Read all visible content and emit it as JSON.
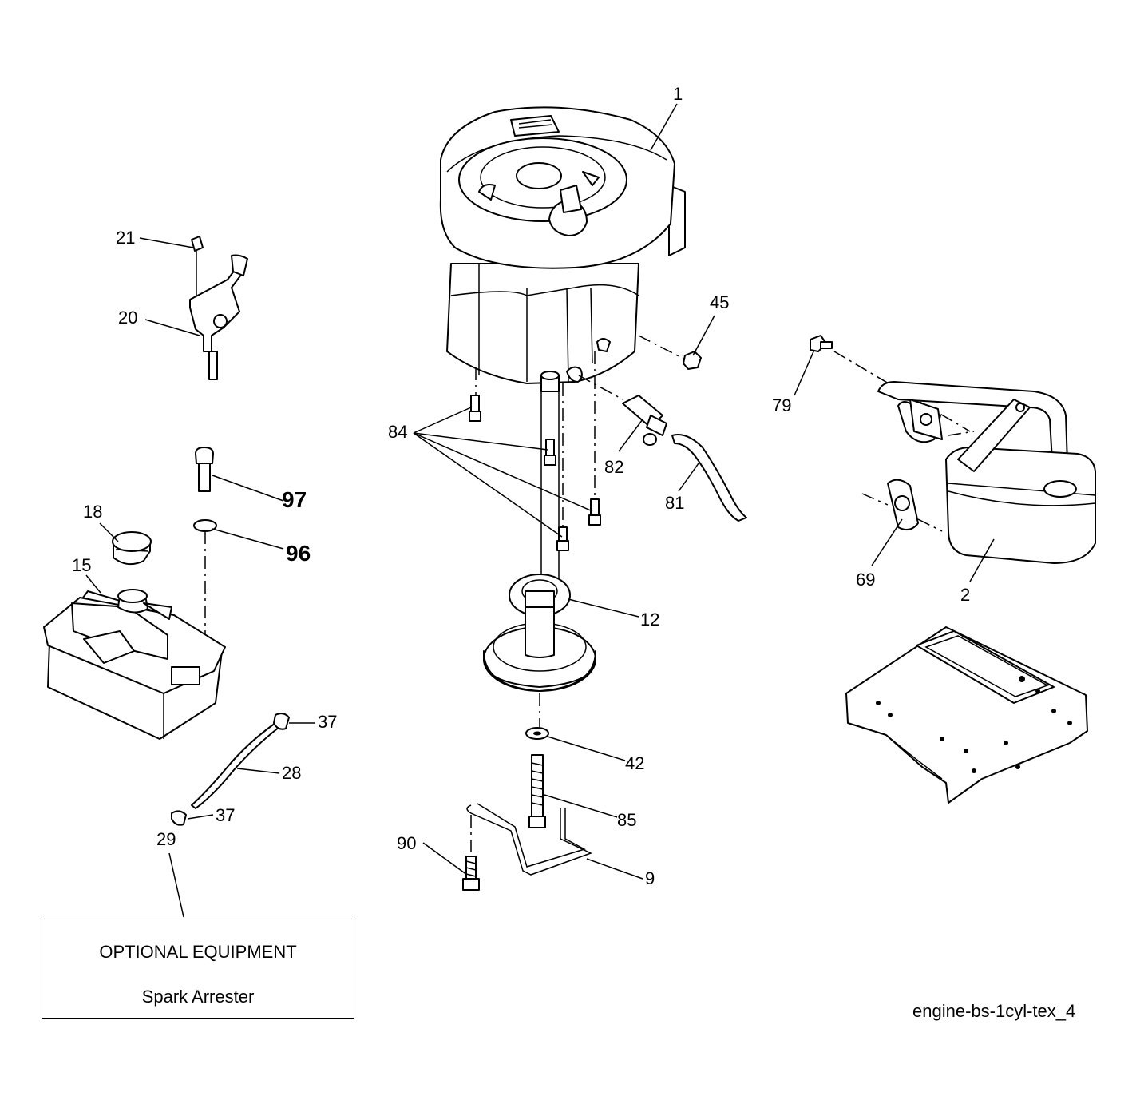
{
  "callouts": [
    "1",
    "2",
    "9",
    "12",
    "15",
    "18",
    "20",
    "21",
    "28",
    "29",
    "37",
    "37",
    "42",
    "45",
    "69",
    "79",
    "81",
    "82",
    "84",
    "85",
    "90",
    "96",
    "97"
  ],
  "optional_box": {
    "title": "OPTIONAL EQUIPMENT",
    "subtitle": "Spark Arrester"
  },
  "diagram_code": "engine-bs-1cyl-tex_4"
}
